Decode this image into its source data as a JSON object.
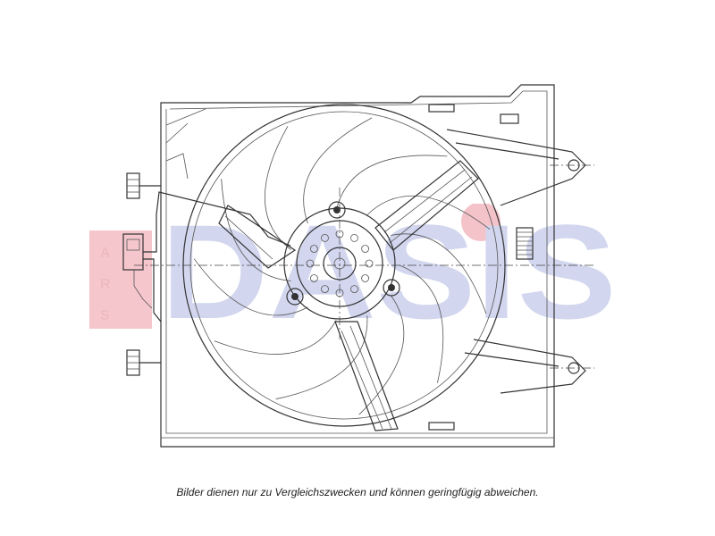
{
  "caption": "Bilder dienen nur zu Vergleichszwecken und können geringfügig abweichen.",
  "watermark": {
    "logo_text": "DASIS",
    "side_letters": [
      "A",
      "R",
      "S"
    ],
    "colors": {
      "red": "#e64a5a",
      "blue": "#5f6fb8",
      "pink": "#f4c4c8"
    }
  },
  "drawing": {
    "subject": "radiator-fan-assembly-line-drawing",
    "blade_count": 11
  }
}
